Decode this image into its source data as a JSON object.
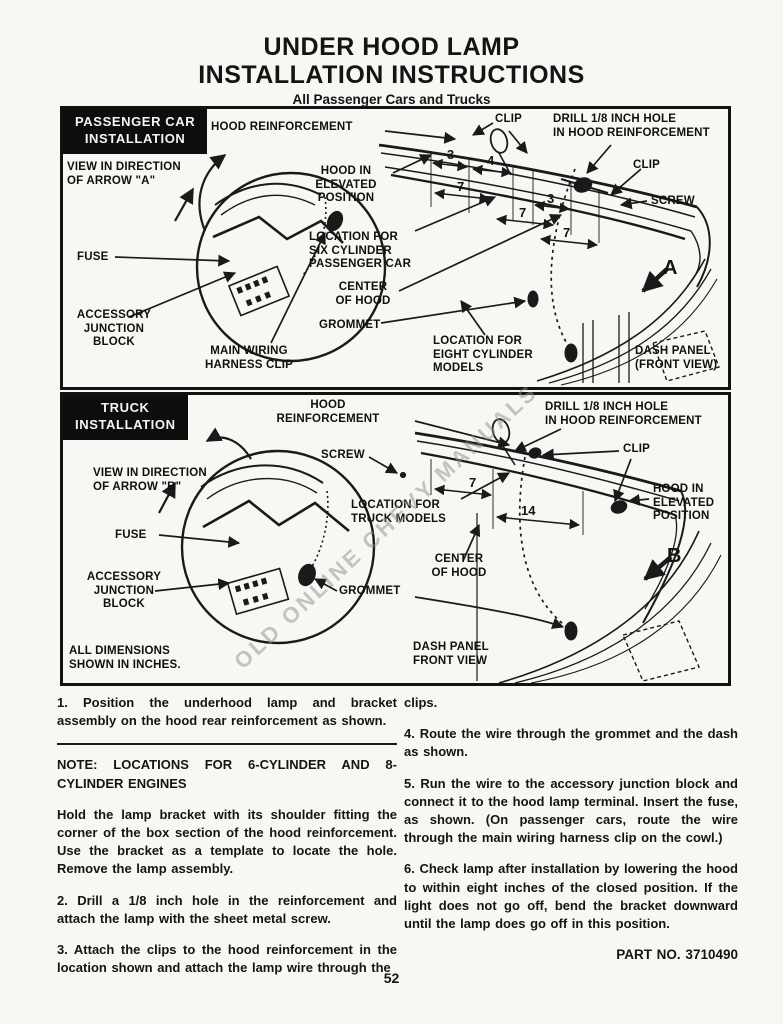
{
  "title": {
    "line1": "UNDER HOOD LAMP",
    "line2": "INSTALLATION INSTRUCTIONS",
    "subtitle": "All Passenger Cars and Trucks"
  },
  "watermark": {
    "text": "OLD ONLINE CHEVY MANUALS",
    "color": "#8f8f8d"
  },
  "diagram_car": {
    "badge": "PASSENGER CAR\nINSTALLATION",
    "labels": {
      "hood_reinforcement": "HOOD REINFORCEMENT",
      "clip_top": "CLIP",
      "drill_hole": "DRILL 1/8 INCH HOLE\nIN HOOD REINFORCEMENT",
      "clip_right": "CLIP",
      "screw": "SCREW",
      "view_direction": "VIEW IN DIRECTION\nOF ARROW \"A\"",
      "hood_elevated": "HOOD IN\nELEVATED\nPOSITION",
      "location_six": "LOCATION FOR\nSIX CYLINDER\nPASSENGER CAR",
      "center_of_hood": "CENTER\nOF HOOD",
      "fuse": "FUSE",
      "accessory_junction_block": "ACCESSORY\nJUNCTION\nBLOCK",
      "main_wiring_harness_clip": "MAIN WIRING\nHARNESS CLIP",
      "grommet": "GROMMET",
      "location_eight": "LOCATION FOR\nEIGHT CYLINDER\nMODELS",
      "dash_panel": "DASH PANEL\n(FRONT VIEW)",
      "direction_letter": "A"
    },
    "dims": [
      "3",
      "4",
      "7",
      "3",
      "7",
      "7"
    ]
  },
  "diagram_truck": {
    "badge": "TRUCK\nINSTALLATION",
    "labels": {
      "hood_reinforcement": "HOOD\nREINFORCEMENT",
      "drill_hole": "DRILL 1/8 INCH HOLE\nIN HOOD REINFORCEMENT",
      "clip": "CLIP",
      "screw": "SCREW",
      "view_direction": "VIEW IN DIRECTION\nOF ARROW \"B\"",
      "location_truck": "LOCATION FOR\nTRUCK MODELS",
      "hood_elevated": "HOOD IN\nELEVATED\nPOSITION",
      "fuse": "FUSE",
      "accessory_junction_block": "ACCESSORY\nJUNCTION\nBLOCK",
      "center_of_hood": "CENTER\nOF HOOD",
      "grommet": "GROMMET",
      "dash_panel": "DASH PANEL\nFRONT VIEW",
      "all_dimensions": "ALL DIMENSIONS\nSHOWN IN INCHES.",
      "direction_letter": "B"
    },
    "dims": [
      "7",
      "14"
    ]
  },
  "instructions": {
    "left": [
      "1. Position the underhood lamp and bracket assembly on the hood rear reinforcement as shown.",
      "NOTE: LOCATIONS FOR 6-CYLINDER AND 8-CYLINDER ENGINES",
      "Hold the lamp bracket with its shoulder fitting the corner of the box section of the hood reinforcement. Use the bracket as a template to locate the hole. Remove the lamp assembly.",
      "2. Drill a 1/8 inch hole in the reinforcement and attach the lamp with the sheet metal screw.",
      "3. Attach the clips to the hood reinforcement in the location shown and attach the lamp wire through the"
    ],
    "right": [
      "clips.",
      "4. Route the wire through the grommet and the dash as shown.",
      "5. Run the wire to the accessory junction block and connect it to the hood lamp terminal. Insert the fuse, as shown. (On passenger cars, route the wire through the main wiring harness clip on the cowl.)",
      "6. Check lamp after installation by lowering the hood to within eight inches of the closed position. If the light does not go off, bend the bracket downward until the lamp does go off in this position."
    ],
    "part_no": "PART NO. 3710490"
  },
  "page": {
    "number": "52"
  }
}
